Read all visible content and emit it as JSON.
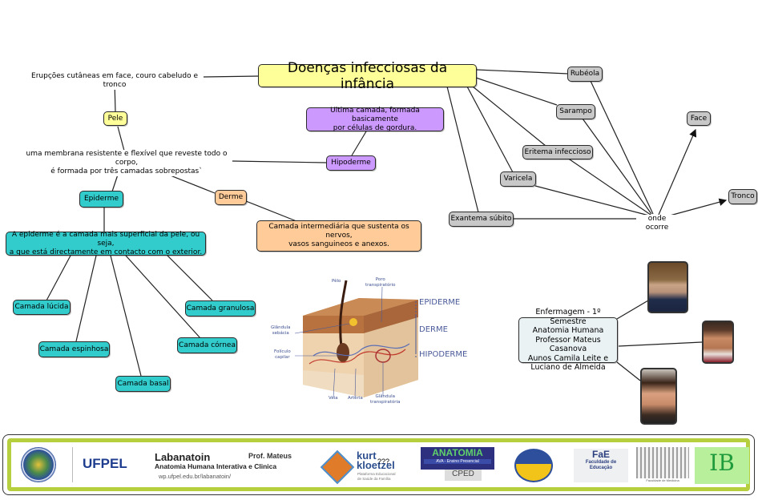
{
  "map": {
    "title": "Doenças infecciosas da infância",
    "eruptions": "Erupções cutâneas em face, couro cabeludo e tronco",
    "pele": "Pele",
    "membrane": "uma membrana resistente e flexível que reveste todo o corpo,\né formada por três camadas sobrepostas`",
    "hipoderme": "Hipoderme",
    "hipoderme_desc": "Ultima camada, formada basicamente\npor células de gordura.",
    "derme": "Derme",
    "derme_desc": "Camada intermediária que sustenta os nervos,\nvasos sanguineos e anexos.",
    "epiderme": "Epiderme",
    "epiderme_desc": "A epiderme é a camada mais superficial da pele, ou seja,\na que está directamente em contacto com o exterior.",
    "layers": [
      "Camada lúcida",
      "Camada espinhosa",
      "Camada basal",
      "Camada córnea",
      "Camada granulosa"
    ],
    "diseases": [
      "Rubéola",
      "Sarampo",
      "Eritema infeccioso",
      "Varicela",
      "Exantema súbito"
    ],
    "onde_ocorre": "onde ocorre",
    "locations": [
      "Face",
      "Tronco"
    ],
    "info": "Enfermagem - 1º Semestre\nAnatomia Humana\nProfessor Mateus Casanova\nAunos Camila Leite e\nLuciano de Almeida"
  },
  "skin_image": {
    "labels": {
      "pelo": "Pêlo",
      "poro": "Poro\ntranspiratório",
      "glandula_sebacea": "Glândula\nsebácia",
      "foliculo": "Folículo\ncapilar",
      "veia": "Veia",
      "arteria": "Artéria",
      "glandula_transp": "Glândula\ntranspiratória"
    },
    "layers": [
      "EPIDERME",
      "DERME",
      "HIPODERME"
    ]
  },
  "logos": {
    "ufpel": "UFPEL",
    "labanatoin": "Labanatoin",
    "prof": "Prof. Mateus",
    "labanatoin_sub": "Anatomia Humana Interativa e Clinica",
    "labanatoin_url": "wp.ufpel.edu.br/labanatoin/",
    "kurt1": "kurt",
    "kurt2": "kloetzel",
    "kurt_sub": "Plataforma Educacional\nde Saúde da Família",
    "anatomia": "ANATOMIA",
    "anatomia_sub": "AVA - Ensino Presencial",
    "cped": "CPED",
    "fae": "FaE",
    "fae_sub": "Faculdade de\nEducação",
    "medicina": "Faculdade de Medicina",
    "ib": "IB",
    "overlay_text": "???"
  },
  "colors": {
    "title_node": "#ffff99",
    "hipoderme": "#cc99ff",
    "derme": "#ffcc99",
    "epiderme": "#33cccc",
    "disease": "#c8c8c8",
    "logo_frame": "#b5cf3f"
  }
}
